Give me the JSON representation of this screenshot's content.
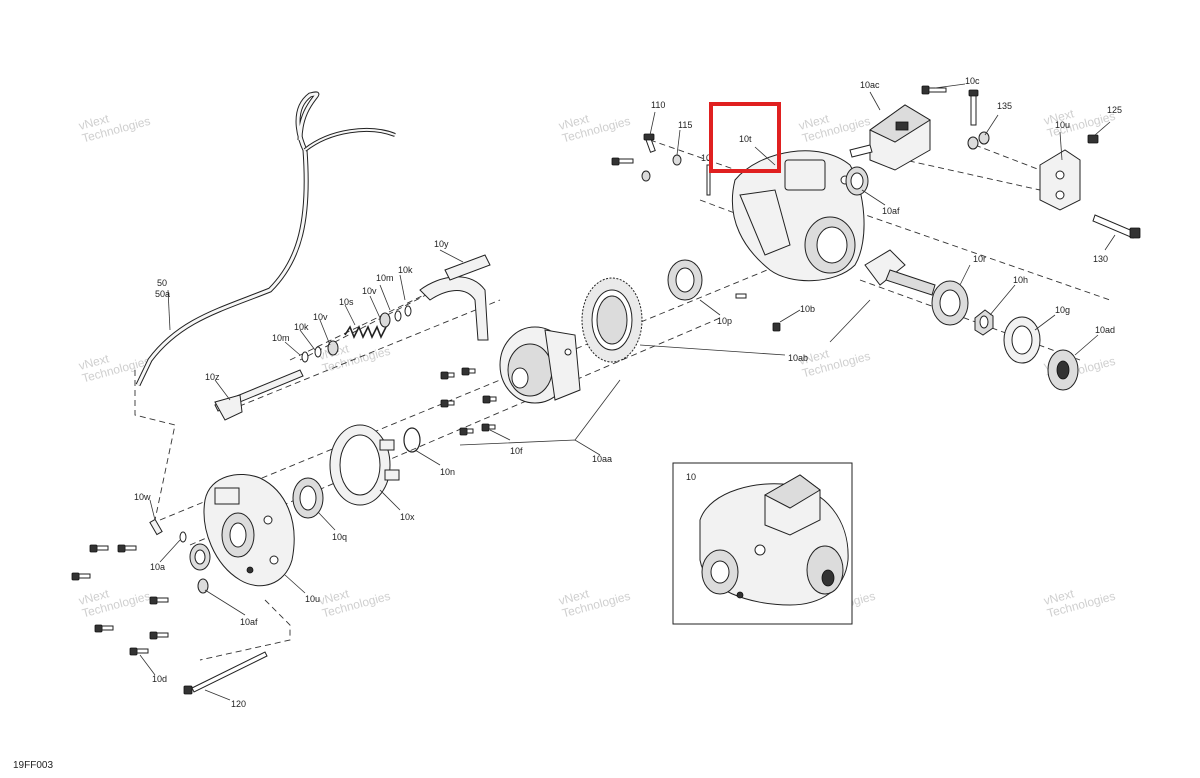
{
  "diagram_code": "19FF003",
  "watermark": {
    "line1": "vNext",
    "line2": "Technologies",
    "small": "vNext Technologies"
  },
  "inset": {
    "label": "10"
  },
  "highlight": {
    "label": "10t",
    "color": "#e02020"
  },
  "labels": {
    "l_110": "110",
    "l_115": "115",
    "l_10t": "10t",
    "l_10_partial": "10",
    "l_10ac": "10ac",
    "l_10c": "10c",
    "l_135": "135",
    "l_10u_top": "10u",
    "l_125": "125",
    "l_10af_top": "10af",
    "l_130": "130",
    "l_10r": "10r",
    "l_10h": "10h",
    "l_10g": "10g",
    "l_10ad": "10ad",
    "l_10p": "10p",
    "l_10b": "10b",
    "l_10ab": "10ab",
    "l_10y": "10y",
    "l_10k_a": "10k",
    "l_10m_a": "10m",
    "l_10v_a": "10v",
    "l_10s": "10s",
    "l_10k_b": "10k",
    "l_10v_b": "10v",
    "l_10m_b": "10m",
    "l_50": "50",
    "l_50a": "50a",
    "l_10z": "10z",
    "l_10f": "10f",
    "l_10aa": "10aa",
    "l_10n": "10n",
    "l_10x": "10x",
    "l_10q": "10q",
    "l_10w": "10w",
    "l_10a": "10a",
    "l_10af_bot": "10af",
    "l_10u_bot": "10u",
    "l_10d": "10d",
    "l_120": "120"
  }
}
